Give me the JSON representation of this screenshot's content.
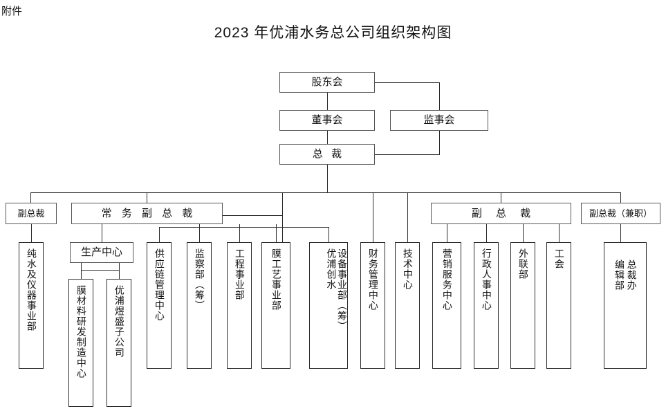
{
  "page": {
    "attachment_label": "附件",
    "title": "2023 年优浦水务总公司组织架构图",
    "line_color": "#2a2a2a",
    "background": "#ffffff"
  },
  "chart_data": {
    "type": "diagram",
    "title": "2023 年优浦水务总公司组织架构图",
    "orientation": "top-down org chart",
    "levels": [
      {
        "level": 1,
        "nodes": [
          "股东会"
        ]
      },
      {
        "level": 2,
        "nodes": [
          "董事会",
          "监事会"
        ]
      },
      {
        "level": 3,
        "nodes": [
          "总 裁"
        ]
      },
      {
        "level": 4,
        "nodes": [
          "副总裁",
          "常 务 副 总 裁",
          "副 总 裁",
          "副总裁（兼职）"
        ]
      },
      {
        "level": 5,
        "nodes": [
          "生产中心"
        ]
      }
    ],
    "edges": [
      [
        "股东会",
        "董事会"
      ],
      [
        "股东会",
        "监事会"
      ],
      [
        "董事会",
        "总 裁"
      ],
      [
        "监事会",
        "总 裁"
      ],
      [
        "总 裁",
        "副总裁"
      ],
      [
        "总 裁",
        "常 务 副 总 裁"
      ],
      [
        "总 裁",
        "副 总 裁"
      ],
      [
        "总 裁",
        "副总裁（兼职）"
      ],
      [
        "总 裁",
        "供应链管理中心"
      ],
      [
        "总 裁",
        "监察部（筹）"
      ],
      [
        "总 裁",
        "财务管理中心"
      ],
      [
        "总 裁",
        "技术中心"
      ],
      [
        "副总裁",
        "纯水及仪器事业部"
      ],
      [
        "常 务 副 总 裁",
        "生产中心"
      ],
      [
        "常 务 副 总 裁",
        "工程事业部"
      ],
      [
        "常 务 副 总 裁",
        "膜工艺事业部"
      ],
      [
        "常 务 副 总 裁",
        "设备事业部（筹）"
      ],
      [
        "生产中心",
        "膜材料研发制造中心"
      ],
      [
        "生产中心",
        "优浦煜盛子公司"
      ],
      [
        "副 总 裁",
        "营销服务中心"
      ],
      [
        "副 总 裁",
        "行政人事中心"
      ],
      [
        "副 总 裁",
        "外联部"
      ],
      [
        "副 总 裁",
        "工会"
      ],
      [
        "副总裁（兼职）",
        "总裁办"
      ]
    ]
  },
  "nodes": {
    "shareholders": "股东会",
    "board": "董事会",
    "supervisors": "监事会",
    "president": "总  裁",
    "vp_left": "副总裁",
    "evp": "常 务 副 总 裁",
    "vp_right": "副 总 裁",
    "vp_concurrent": "副总裁（兼职）",
    "production_center": "生产中心"
  },
  "departments": [
    {
      "id": "pure-water-instrument-division",
      "label": "纯水及仪器事业部"
    },
    {
      "id": "membrane-material-rd-center",
      "label": "膜材料研发制造中心"
    },
    {
      "id": "youpu-yusheng-subsidiary",
      "label": "优浦煜盛子公司"
    },
    {
      "id": "supply-chain-management-center",
      "label": "供应链管理中心"
    },
    {
      "id": "supervision-department",
      "label": "监察部（筹）"
    },
    {
      "id": "engineering-division",
      "label": "工程事业部"
    },
    {
      "id": "membrane-process-division",
      "label": "膜工艺事业部"
    },
    {
      "id": "equipment-division",
      "label": "设备事业部（筹）"
    },
    {
      "id": "youpu-chuangshui",
      "label": "优浦创水"
    },
    {
      "id": "finance-management-center",
      "label": "财务管理中心"
    },
    {
      "id": "technology-center",
      "label": "技术中心"
    },
    {
      "id": "marketing-service-center",
      "label": "营销服务中心"
    },
    {
      "id": "admin-hr-center",
      "label": "行政人事中心"
    },
    {
      "id": "external-liaison-department",
      "label": "外联部"
    },
    {
      "id": "labor-union",
      "label": "工会"
    },
    {
      "id": "presidents-office",
      "label": "总裁办"
    },
    {
      "id": "editorial-department",
      "label": "编辑部"
    }
  ]
}
